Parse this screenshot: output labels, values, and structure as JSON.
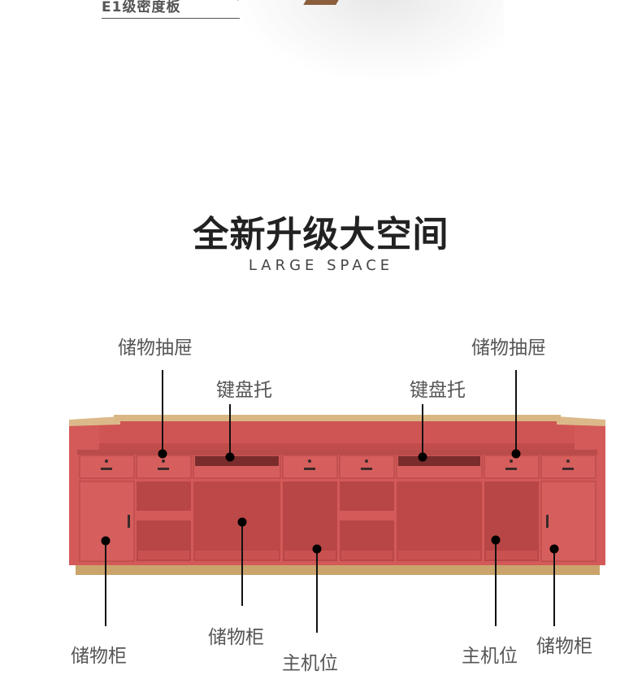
{
  "header": {
    "material_label": "E1级密度板"
  },
  "section": {
    "title": "全新升级大空间",
    "subtitle": "LARGE SPACE"
  },
  "callouts": {
    "drawer_left": "储物抽屉",
    "drawer_right": "储物抽屉",
    "keyboard_left": "键盘托",
    "keyboard_right": "键盘托",
    "cabinet_left": "储物柜",
    "cabinet_center": "储物柜",
    "cabinet_right": "储物柜",
    "host_left": "主机位",
    "host_right": "主机位"
  },
  "colors": {
    "counter_red": "#d35a59",
    "counter_red_dark": "#b84646",
    "wood_top": "#dcb98a",
    "base_wood": "#caa46c"
  }
}
